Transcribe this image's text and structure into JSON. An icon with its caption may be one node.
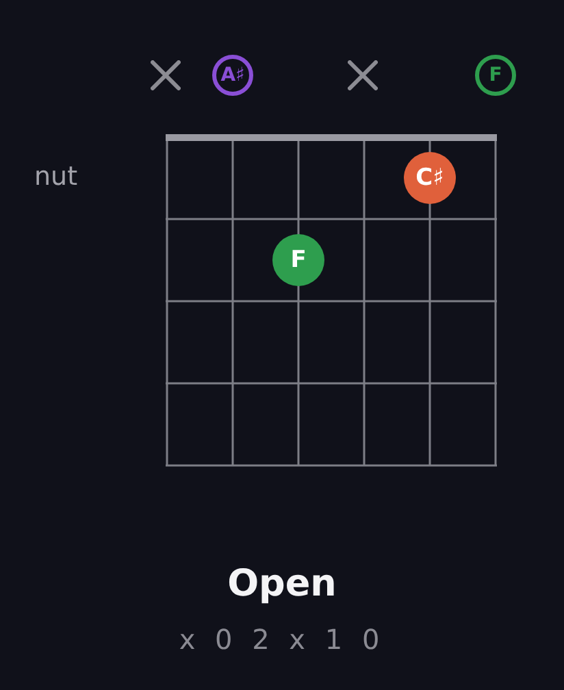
{
  "diagram": {
    "title": "Open",
    "caption": "x 0 2 x 1 0",
    "nodes": [
      {
        "text": [
          "A♯"
        ]
      },
      {
        "text": [
          "F"
        ]
      },
      {
        "text": [
          "C♯"
        ]
      },
      {
        "text": [
          "F"
        ]
      }
    ],
    "labels": [
      "nut"
    ]
  }
}
